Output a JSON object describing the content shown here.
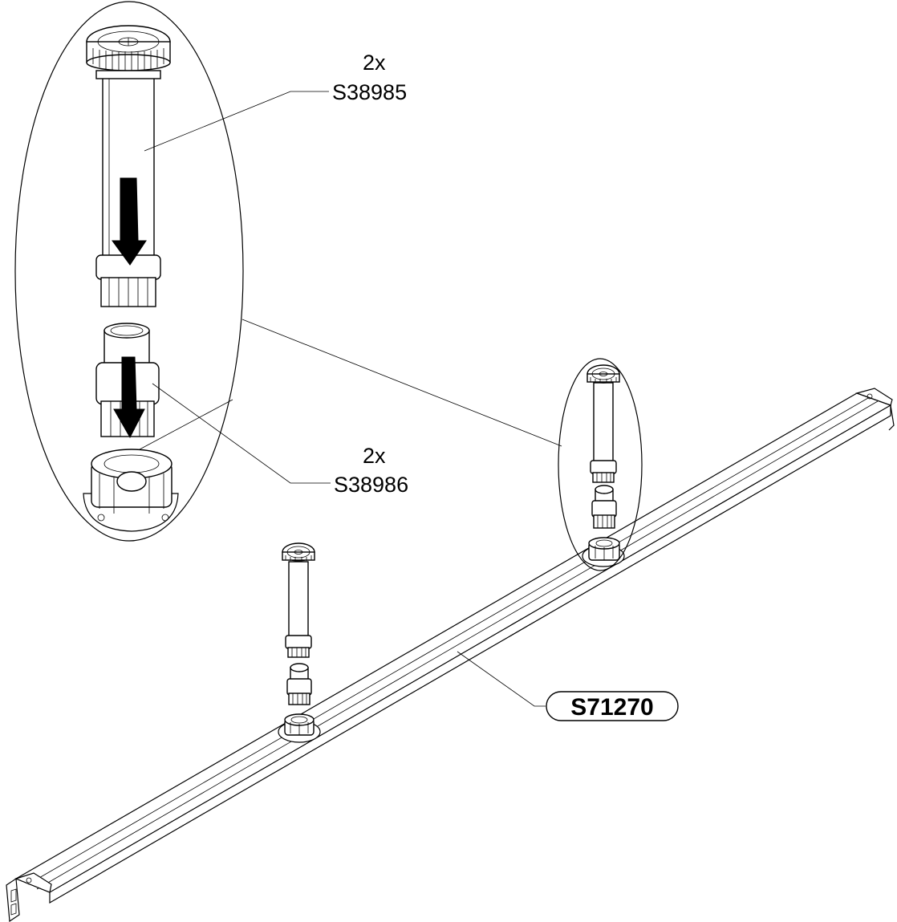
{
  "callouts": {
    "tube": {
      "qty": "2x",
      "part_number": "S38985"
    },
    "adapter": {
      "qty": "2x",
      "part_number": "S38986"
    },
    "beam": {
      "part_number": "S71270"
    }
  },
  "icons": [
    "down-arrow-icon",
    "down-arrow-icon"
  ],
  "colors": {
    "line": "#000000",
    "background": "#ffffff"
  }
}
